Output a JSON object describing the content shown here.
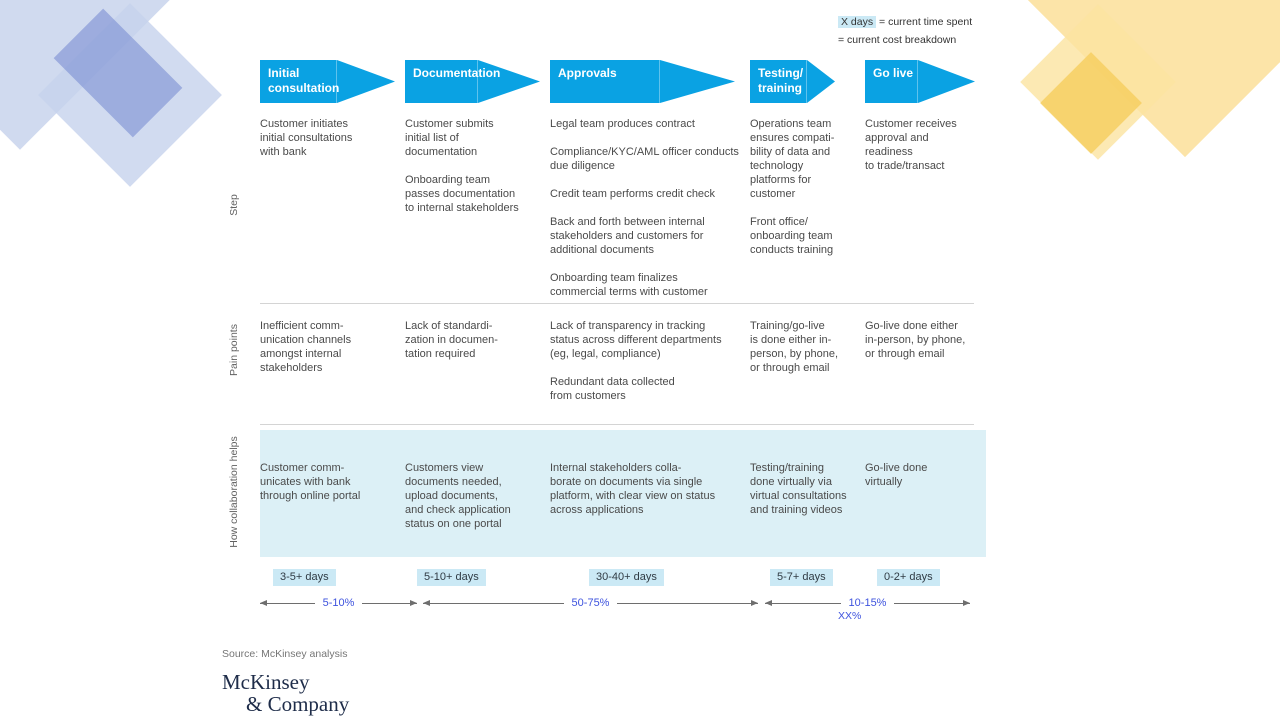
{
  "legend": {
    "time_value": "X days",
    "time_desc": " = current time spent",
    "cost_value": "XX%",
    "cost_desc": " = current cost breakdown"
  },
  "row_labels": {
    "step": "Step",
    "pain_points": "Pain points",
    "collaboration": "How collaboration helps"
  },
  "stages": [
    {
      "title": "Initial\nconsultation",
      "steps": [
        "Customer initiates\ninitial consultations\nwith bank"
      ],
      "pain_points": [
        "Inefficient comm-\nunication channels\namongst internal\nstakeholders"
      ],
      "collaboration": [
        "Customer comm-\nunicates with bank\nthrough online portal"
      ],
      "days": "3-5+ days"
    },
    {
      "title": "Documentation",
      "steps": [
        "Customer submits\ninitial list of\ndocumentation",
        "Onboarding team\npasses documentation\nto internal stakeholders"
      ],
      "pain_points": [
        "Lack of standardi-\nzation in documen-\ntation required"
      ],
      "collaboration": [
        "Customers view\ndocuments needed,\nupload documents,\nand check application\nstatus on one portal"
      ],
      "days": "5-10+ days"
    },
    {
      "title": "Approvals",
      "steps": [
        "Legal team produces contract",
        "Compliance/KYC/AML officer conducts\ndue diligence",
        "Credit team performs credit check",
        "Back and forth between internal\nstakeholders and customers for\nadditional documents",
        "Onboarding team finalizes\ncommercial terms with customer"
      ],
      "pain_points": [
        "Lack of transparency in tracking\nstatus across different departments\n(eg, legal, compliance)",
        "Redundant data collected\nfrom customers"
      ],
      "collaboration": [
        "Internal stakeholders colla-\nborate on documents via single\nplatform, with clear view on status\nacross applications"
      ],
      "days": "30-40+ days"
    },
    {
      "title": "Testing/\ntraining",
      "steps": [
        "Operations team\nensures compati-\nbility of data and\ntechnology\nplatforms for\ncustomer",
        "Front office/\nonboarding team\nconducts training"
      ],
      "pain_points": [
        "Training/go-live\nis done either in-\nperson, by phone,\nor through email"
      ],
      "collaboration": [
        "Testing/training\ndone virtually via\nvirtual consultations\nand training videos"
      ],
      "days": "5-7+ days"
    },
    {
      "title": "Go live",
      "steps": [
        "Customer receives\napproval and\nreadiness\nto trade/transact"
      ],
      "pain_points": [
        "Go-live done either\nin-person, by phone,\nor through email"
      ],
      "collaboration": [
        "Go-live done\nvirtually"
      ],
      "days": "0-2+ days"
    }
  ],
  "cost_spans": [
    {
      "label": "5-10%"
    },
    {
      "label": "50-75%"
    },
    {
      "label": "10-15%"
    }
  ],
  "footer": {
    "source": "Source: McKinsey analysis"
  },
  "logo": {
    "line1": "McKinsey",
    "line2": "& Company"
  },
  "colors": {
    "arrow_blue": "#0aa2e3",
    "highlight_cyan": "#cbe9f5",
    "collab_band_bg": "#dcf0f6",
    "cost_blue": "#3e53de",
    "deco_periwinkle": "#7287cf",
    "deco_yellow": "#f6cf61"
  }
}
